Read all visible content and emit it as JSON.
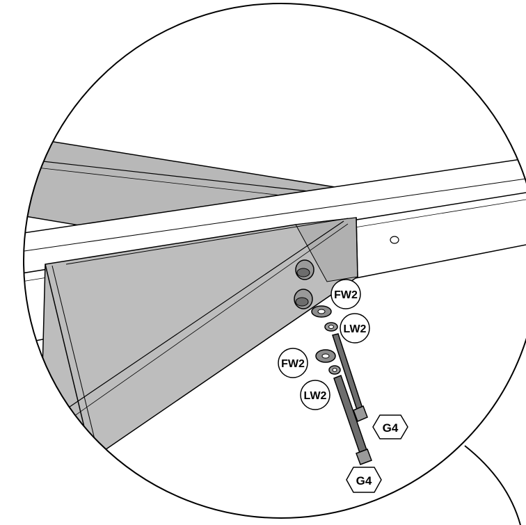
{
  "callouts": {
    "fw2_upper": "FW2",
    "lw2_upper": "LW2",
    "fw2_lower": "FW2",
    "lw2_lower": "LW2",
    "g4_upper": "G4",
    "g4_lower": "G4"
  },
  "colors": {
    "line": "#000000",
    "background": "#ffffff",
    "frame_fill": "#bdbdbd",
    "frame_shadow": "#8f8f8f",
    "washer_fill": "#8c8c8c",
    "bolt_fill": "#6e6e6e"
  }
}
